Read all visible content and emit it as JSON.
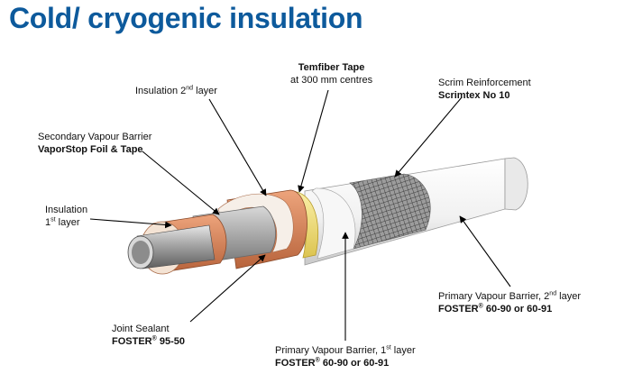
{
  "title": "Cold/ cryogenic insulation",
  "colors": {
    "title": "#0d5a9c",
    "insulation": "#d9875c",
    "vapour_stop": "#b9b9b9",
    "temfiber_tape": "#f3e27a",
    "barrier_white": "#f4f4f4",
    "scrim_mesh": "#555555",
    "pipe_steel": "#9a9a9a"
  },
  "labels": {
    "temfiber": {
      "name": "Temfiber Tape",
      "detail": "at 300 mm centres"
    },
    "scrim": {
      "line1": "Scrim Reinforcement",
      "product": "Scrimtex No 10"
    },
    "insulation2": {
      "text": "Insulation 2",
      "sup": "nd",
      "suffix": " layer"
    },
    "secondary_barrier": {
      "line1": "Secondary Vapour Barrier",
      "product": "VaporStop Foil & Tape"
    },
    "insulation1": {
      "line1": "Insulation",
      "num": "1",
      "sup": "st",
      "suffix": " layer"
    },
    "joint_sealant": {
      "line1": "Joint Sealant",
      "brand": "FOSTER",
      "reg": "®",
      "product": " 95-50"
    },
    "primary1": {
      "text": "Primary Vapour Barrier, 1",
      "sup": "st",
      "suffix": " layer",
      "brand": "FOSTER",
      "reg": "®",
      "product": " 60-90 or 60-91"
    },
    "primary2": {
      "text": "Primary Vapour Barrier, 2",
      "sup": "nd",
      "suffix": " layer",
      "brand": "FOSTER",
      "reg": "®",
      "product": " 60-90 or 60-91"
    }
  }
}
